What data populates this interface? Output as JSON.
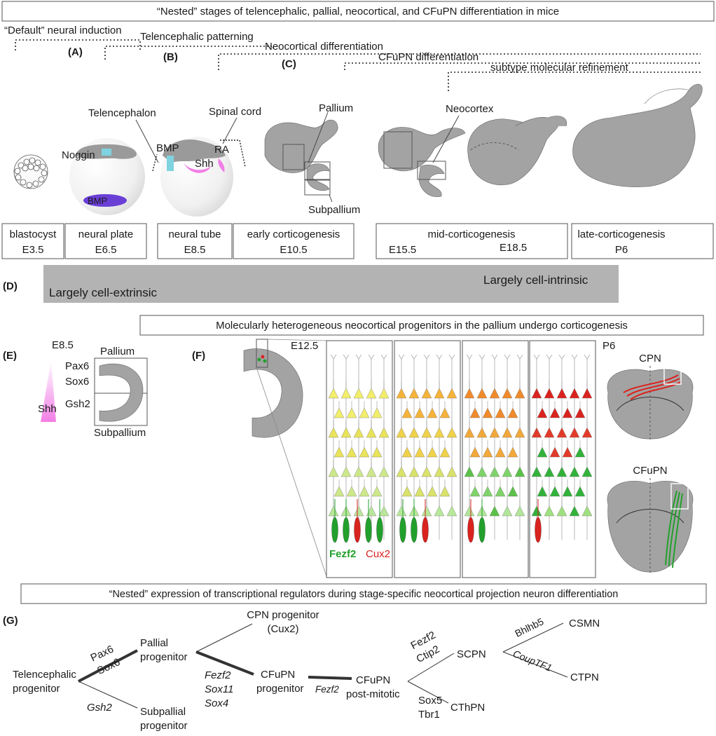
{
  "header": {
    "title": "“Nested” stages of telencephalic, pallial, neocortical, and CFuPN differentiation in mice"
  },
  "timeline": {
    "default_induction": "“Default” neural induction",
    "tel_patterning": "Telencephalic patterning",
    "neocortical_diff": "Neocortical differentiation",
    "cfupn_diff": "CFuPN differentiation",
    "subtype_refinement": "subtype molecular refinement",
    "label_a": "(A)",
    "label_b": "(B)",
    "label_c": "(C)"
  },
  "embryo_labels": {
    "telencephalon": "Telencephalon",
    "spinal_cord": "Spinal cord",
    "noggin": "Noggin",
    "bmp_plate": "BMP",
    "bmp_tube": "BMP",
    "ra": "RA",
    "shh": "Shh",
    "pallium": "Pallium",
    "subpallium": "Subpallium",
    "neocortex": "Neocortex"
  },
  "stages": [
    {
      "name": "blastocyst",
      "age": "E3.5"
    },
    {
      "name": "neural plate",
      "age": "E6.5"
    },
    {
      "name": "neural tube",
      "age": "E8.5"
    },
    {
      "name": "early corticogenesis",
      "age": "E10.5"
    },
    {
      "name": "mid-corticogenesis",
      "age": "E15.5",
      "age2": "E18.5"
    },
    {
      "name": "late-corticogenesis",
      "age": "P6"
    }
  ],
  "gradient": {
    "label_d": "(D)",
    "extrinsic": "Largely cell-extrinsic",
    "intrinsic": "Largely cell-intrinsic",
    "color": "#b3b3b3"
  },
  "section2": {
    "title": "Molecularly heterogeneous neocortical progenitors in the pallium undergo corticogenesis"
  },
  "panel_e": {
    "label": "(E)",
    "age": "E8.5",
    "pallium": "Pallium",
    "pax6": "Pax6",
    "sox6": "Sox6",
    "gsh2": "Gsh2",
    "shh": "Shh",
    "subpallium": "Subpallium",
    "shh_color": "#f27fe6"
  },
  "panel_f": {
    "label": "(F)",
    "age": "E12.5",
    "fezf2": "Fezf2",
    "cux2": "Cux2",
    "p6": "P6",
    "cpn": "CPN",
    "cfupn": "CFuPN",
    "fezf2_color": "#22a02c",
    "cux2_color": "#d9231f"
  },
  "section3": {
    "title": "“Nested” expression of transcriptional regulators during stage-specific neocortical projection neuron differentiation"
  },
  "tree": {
    "label_g": "(G)",
    "telencephalic": [
      "Telencephalic",
      "progenitor"
    ],
    "pax6": "Pax6",
    "sox6": "Sox6",
    "gsh2": "Gsh2",
    "pallial": [
      "Pallial",
      "progenitor"
    ],
    "subpallial": [
      "Subpallial",
      "progenitor"
    ],
    "cpn_prog": [
      "CPN progenitor",
      "(Cux2)"
    ],
    "fezf2": "Fezf2",
    "sox11": "Sox11",
    "sox4": "Sox4",
    "cfupn_prog": [
      "CFuPN",
      "progenitor"
    ],
    "fezf2_b": "Fezf2",
    "cfupn_post": [
      "CFuPN",
      "post-mitotic"
    ],
    "fezf2_c": "Fezf2",
    "ctip2": "Ctip2",
    "sox5": "Sox5",
    "tbr1": "Tbr1",
    "scpn": "SCPN",
    "cthpn": "CThPN",
    "bhlhb5": "Bhlhb5",
    "couptf1": "CoupTF1",
    "csmn": "CSMN",
    "ctpn": "CTPN"
  }
}
